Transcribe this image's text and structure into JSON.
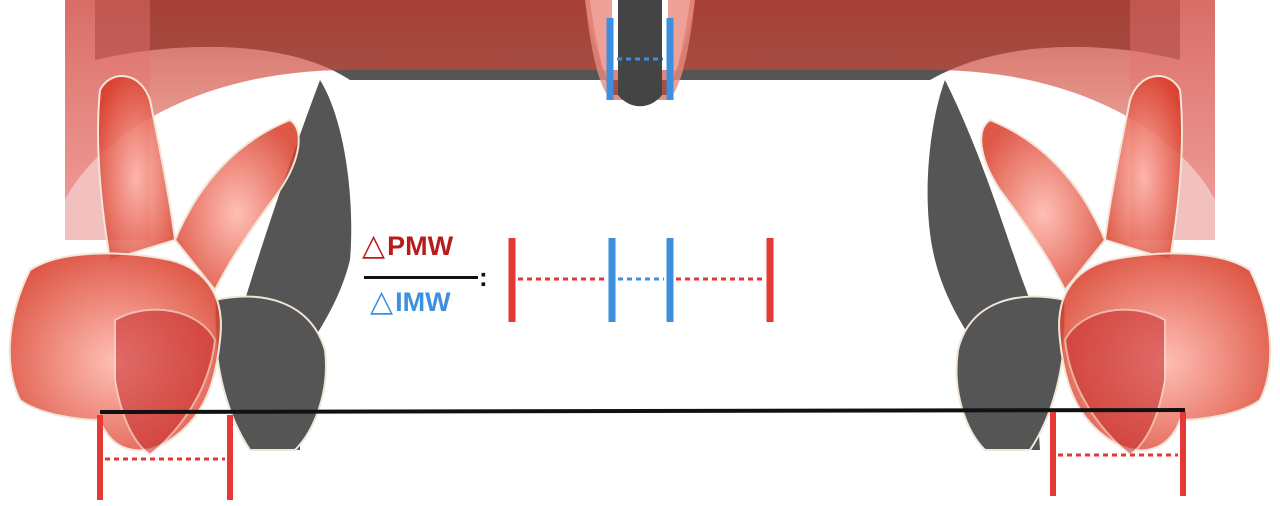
{
  "labels": {
    "delta_symbol": "△",
    "pmw": "PMW",
    "imw": "IMW",
    "colon": ":"
  },
  "colors": {
    "premolar_red": "#b71c1c",
    "molar_red": "#e53935",
    "incisor_blue": "#3d8fe0",
    "bone_gray": "#555555",
    "occlusal_line": "#111111",
    "tooth_outline": "#f2e6d9"
  },
  "icons": {
    "measure_red": "red-measurement-bar",
    "measure_blue": "blue-measurement-bar"
  }
}
